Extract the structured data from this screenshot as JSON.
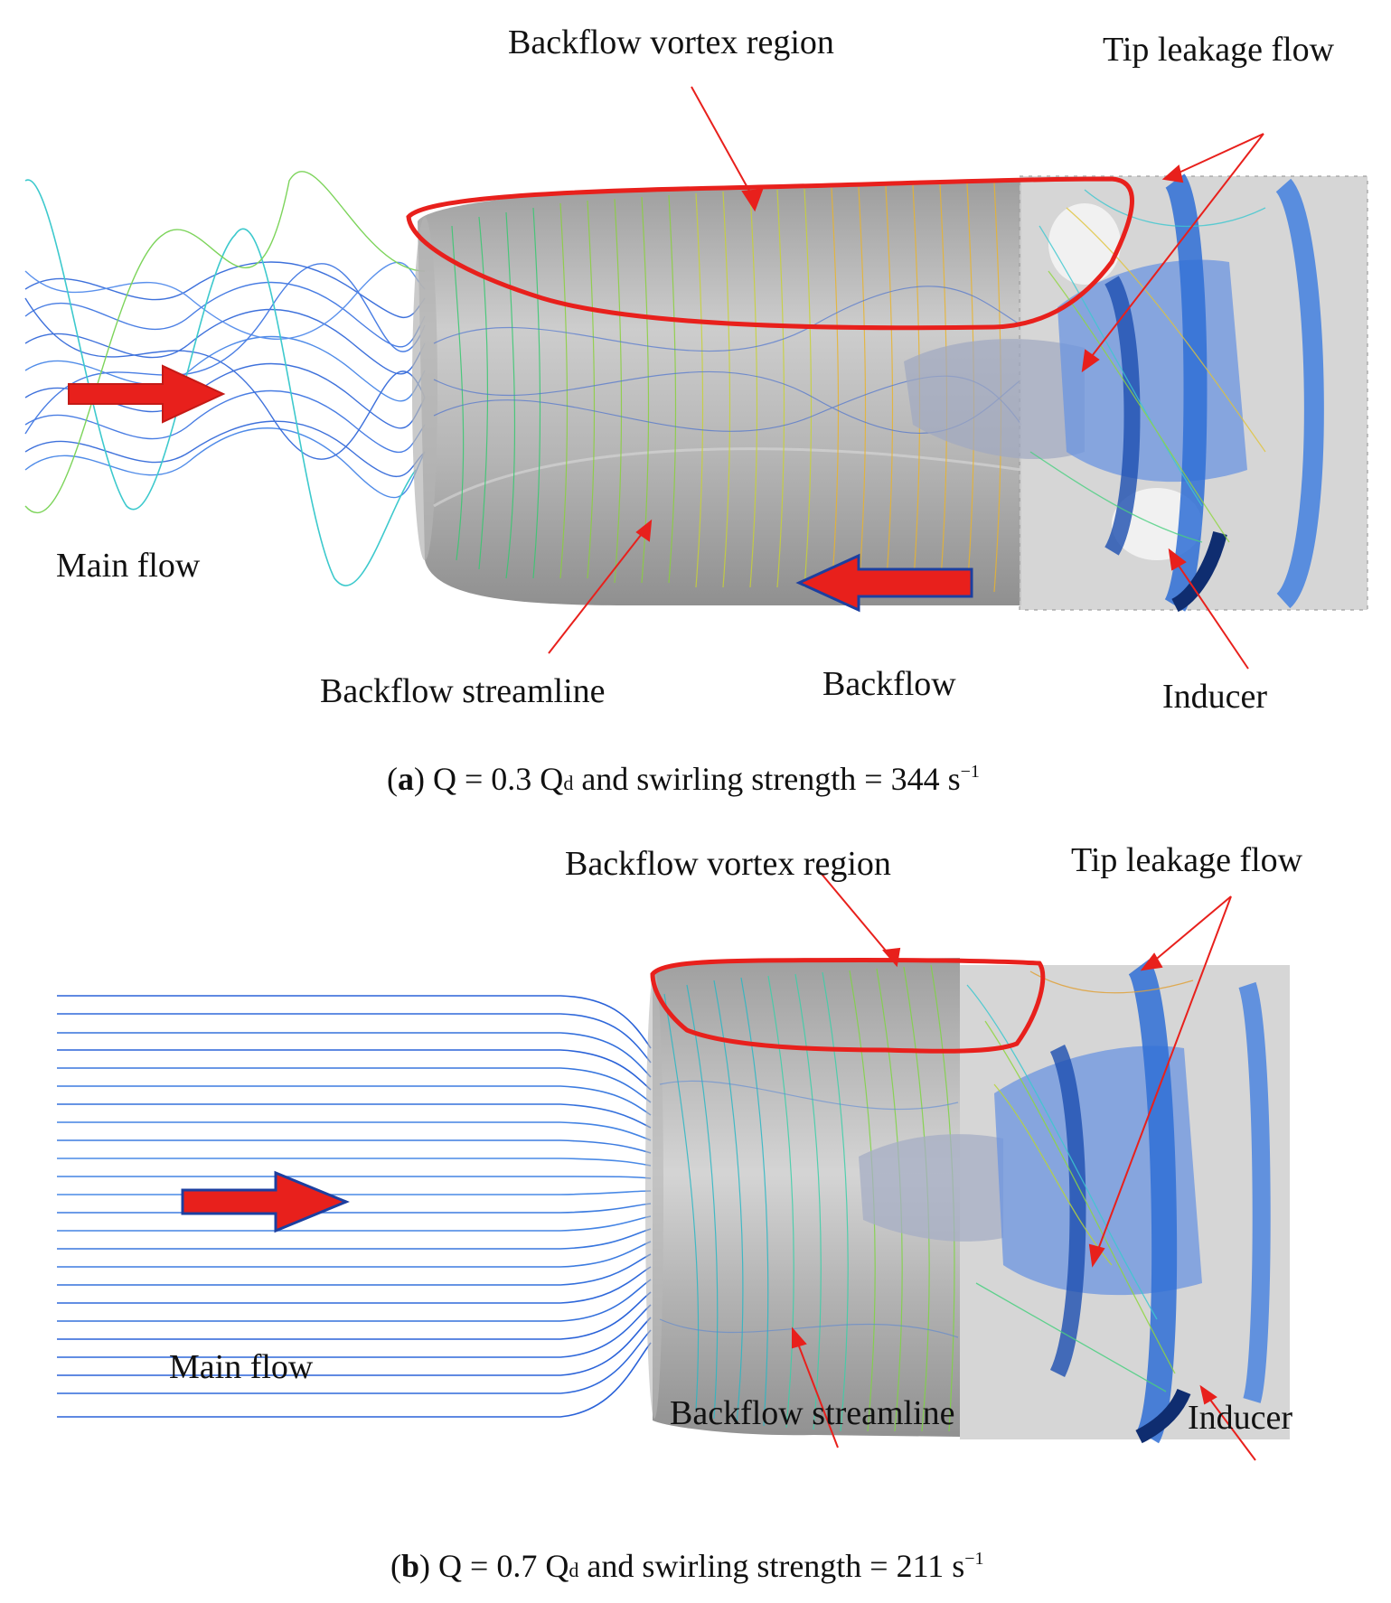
{
  "panel_a": {
    "labels": {
      "backflow_vortex_region": "Backflow vortex region",
      "tip_leakage_flow": "Tip leakage flow",
      "main_flow": "Main flow",
      "backflow_streamline": "Backflow streamline",
      "backflow": "Backflow",
      "inducer": "Inducer"
    },
    "caption": {
      "letter": "a",
      "q_prefix": "Q = 0.3 Q",
      "q_sub": "d",
      "middle": " and swirling strength = 344 s",
      "exp": "−1"
    }
  },
  "panel_b": {
    "labels": {
      "backflow_vortex_region": "Backflow vortex region",
      "tip_leakage_flow": "Tip leakage flow",
      "main_flow": "Main flow",
      "backflow_streamline": "Backflow streamline",
      "inducer": "Inducer"
    },
    "caption": {
      "letter": "b",
      "q_prefix": "Q = 0.7 Q",
      "q_sub": "d",
      "middle": " and swirling strength = 211 s",
      "exp": "−1"
    }
  },
  "colors": {
    "annotation_red": "#e8201c",
    "streamline_blue": "#2a62d8",
    "streamline_cyan": "#29c4c8",
    "streamline_green": "#6fd04a",
    "streamline_yellow": "#e2c63a",
    "backflow_surface": "#9a9a9a",
    "inducer_blue": "#2f6fd6",
    "isosurface_gray": "#c8c8c8"
  }
}
